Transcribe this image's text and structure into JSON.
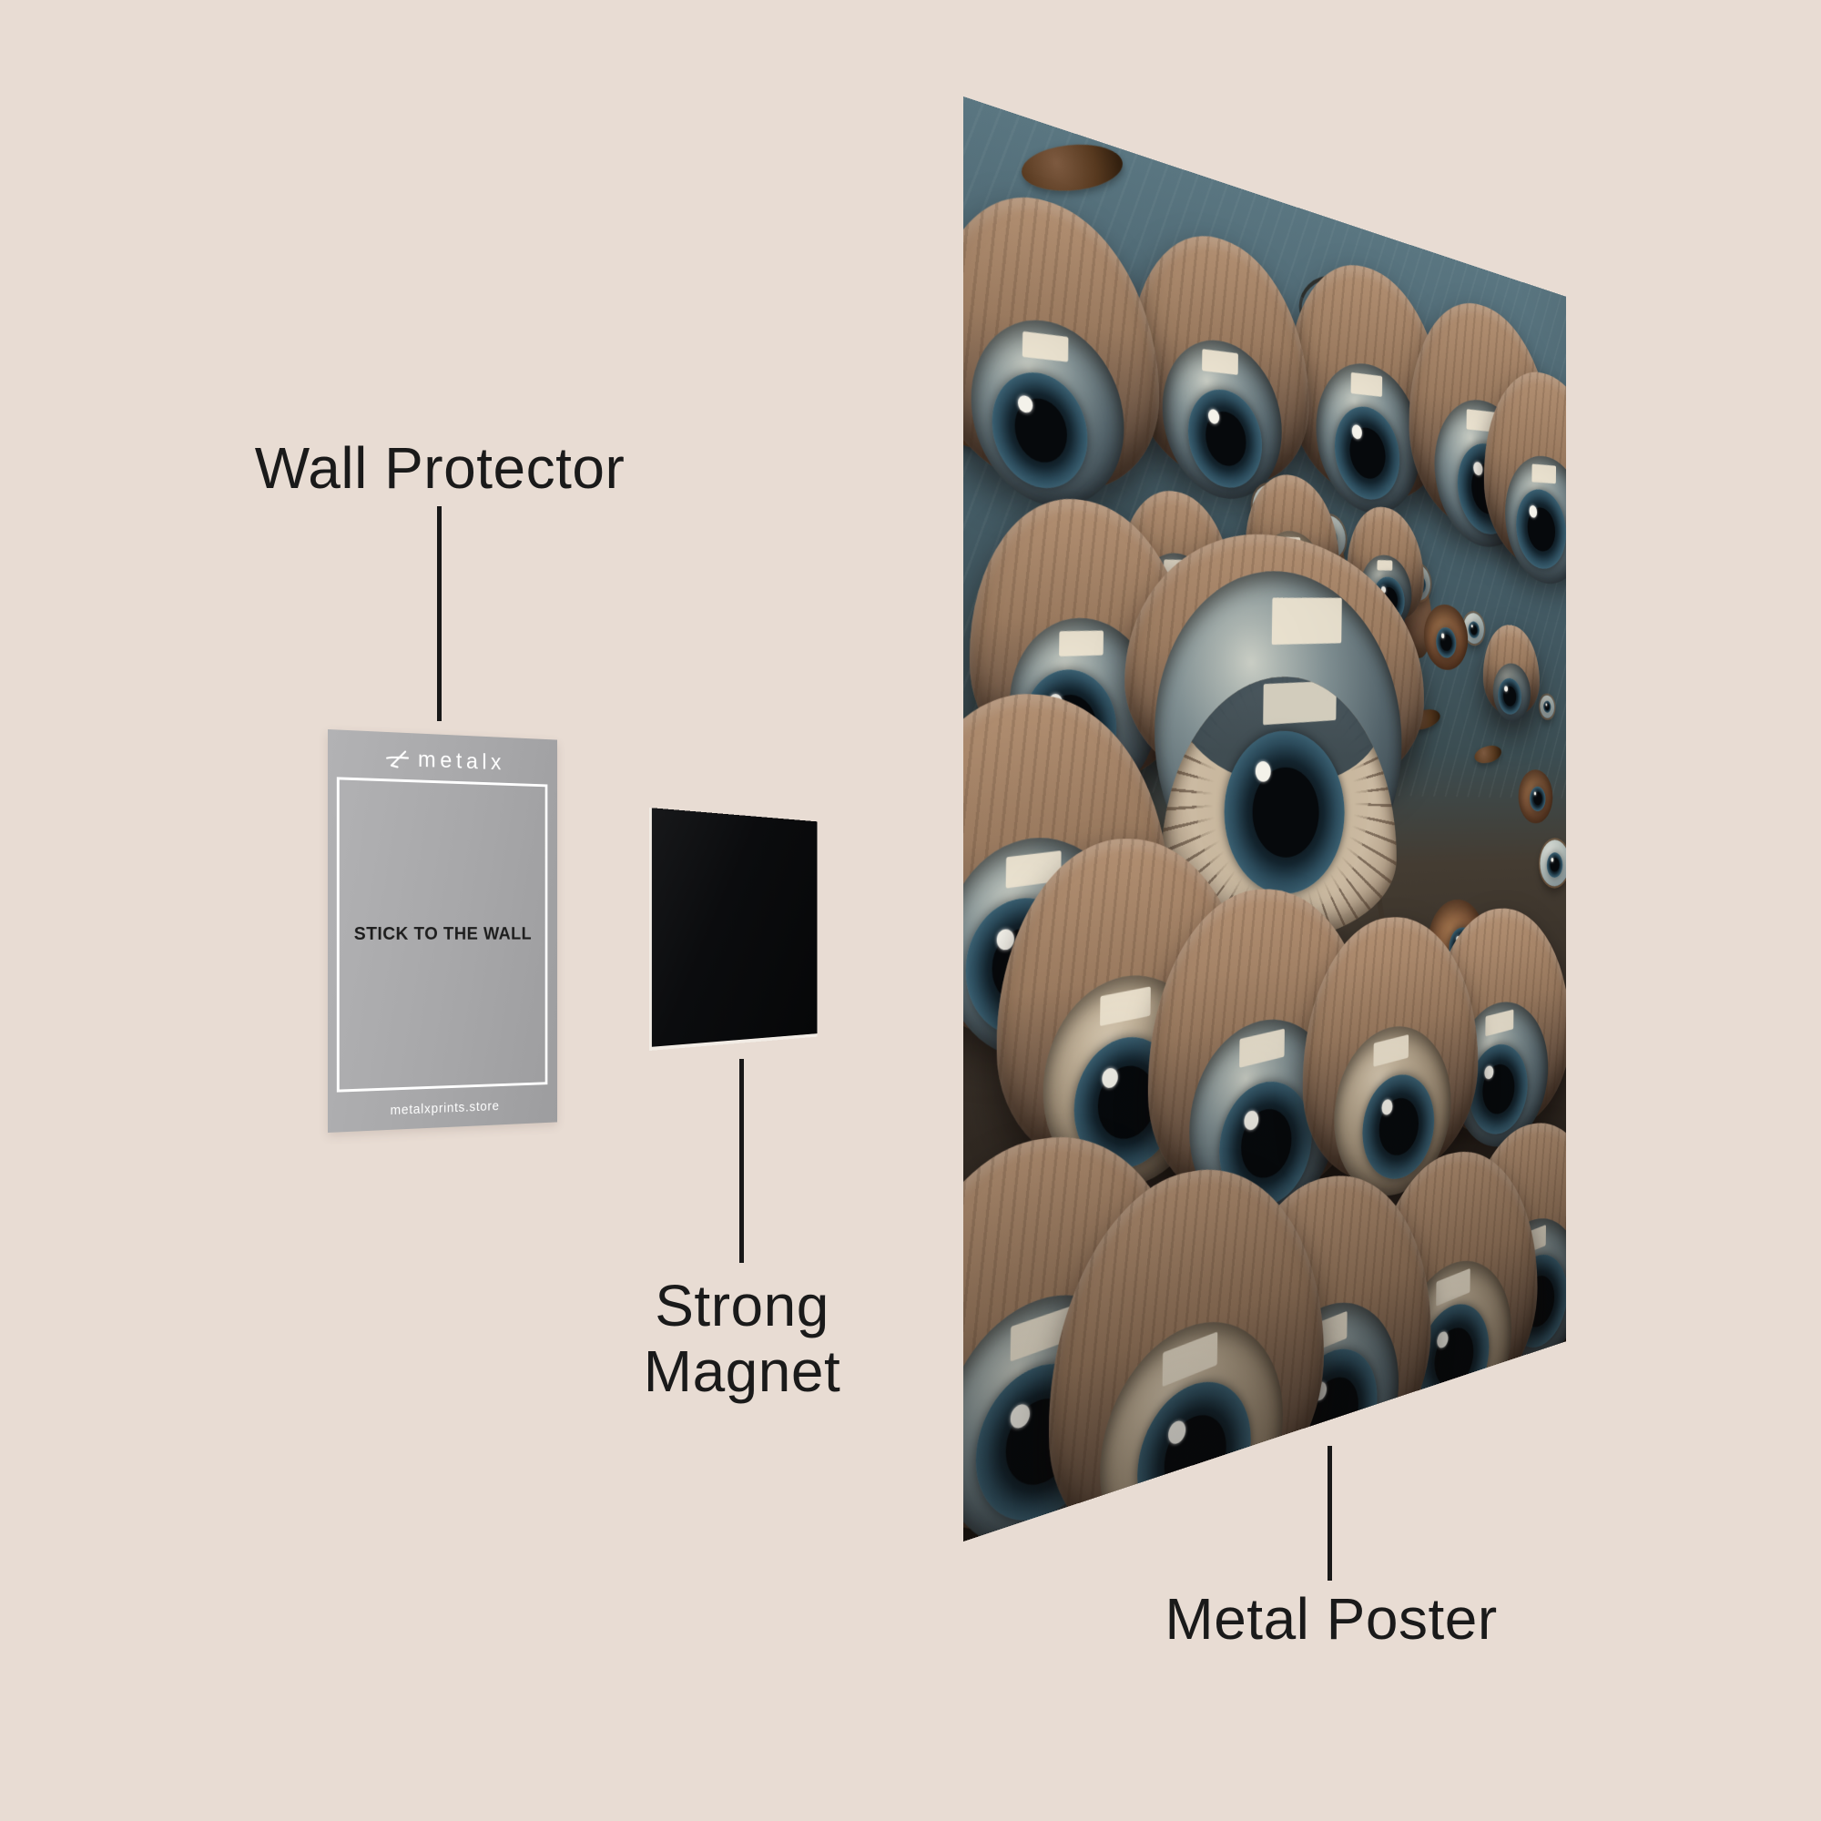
{
  "page": {
    "background": "#e8dcd3"
  },
  "labels": {
    "wall_protector": "Wall Protector",
    "strong_magnet": [
      "Strong",
      "Magnet"
    ],
    "metal_poster": "Metal Poster"
  },
  "wall_protector_card": {
    "brand": "metalx",
    "message": "STICK TO THE WALL",
    "website": "metalxprints.store"
  },
  "colors": {
    "label_text": "#1a1a1a",
    "leader_line": "#181818",
    "card_gray": "#a9a9ab",
    "card_frame": "#ffffff",
    "card_brand_text": "#ffffff",
    "magnet_black": "#0b0c0e",
    "magnet_edge": "#f2ece5",
    "poster_water_teal": "#47606a",
    "poster_drapery_brown": "#362d25",
    "poster_hood_tan": "#a5866a",
    "poster_iris_blue": "#33535f",
    "poster_pupil": "#07090c",
    "poster_sclera": "#c9cdc4",
    "poster_highlight": "#eee4d0"
  },
  "poster": {
    "artwork_alt": "Surreal artwork of many hooded eyeballs staring forward"
  }
}
